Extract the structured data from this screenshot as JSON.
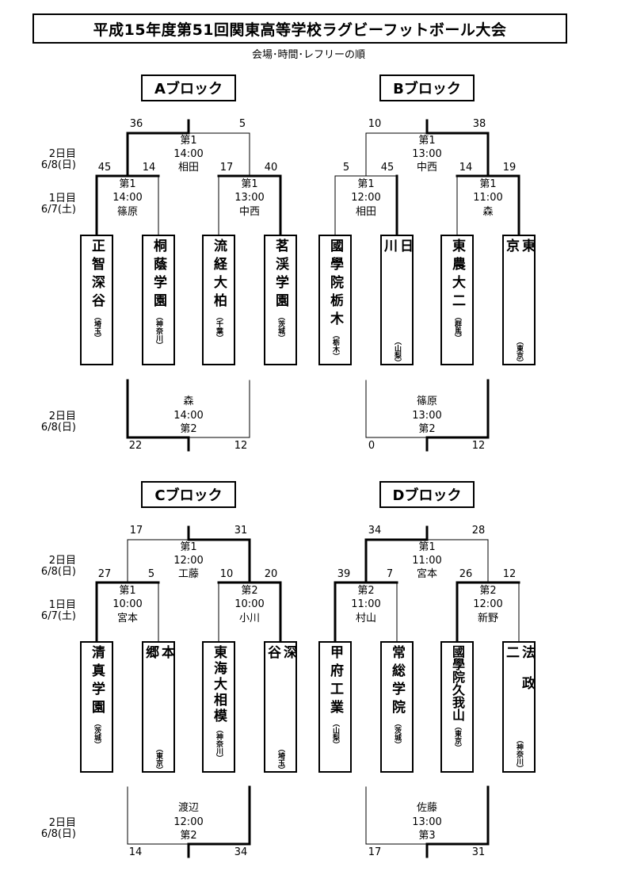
{
  "title": "平成15年度第51回関東高等学校ラグビーフットボール大会",
  "subtitle": "会場･時間･レフリーの順",
  "day2_label": "2日目",
  "day2_date": "6/8(日)",
  "day1_label": "1日目",
  "day1_date": "6/7(土)",
  "blocks": [
    {
      "name": "Aブロック",
      "teams": [
        {
          "name": "正智深谷",
          "pref": "（埼玉）"
        },
        {
          "name": "桐蔭学園",
          "pref": "（神奈川）"
        },
        {
          "name": "流経大柏",
          "pref": "（千葉）"
        },
        {
          "name": "茗渓学園",
          "pref": "（茨城）"
        }
      ],
      "r1": [
        {
          "score_l": "45",
          "score_r": "14",
          "ground": "第1",
          "time": "14:00",
          "referee": "篠原"
        },
        {
          "score_l": "17",
          "score_r": "40",
          "ground": "第1",
          "time": "13:00",
          "referee": "中西"
        }
      ],
      "r2": {
        "score_l": "36",
        "score_r": "5",
        "ground": "第1",
        "time": "14:00",
        "referee": "相田"
      },
      "pl": {
        "score_l": "22",
        "score_r": "12",
        "ground": "第2",
        "time": "14:00",
        "referee": "森"
      }
    },
    {
      "name": "Bブロック",
      "teams": [
        {
          "name": "國學院栃木",
          "pref": "（栃木）"
        },
        {
          "name": "日川",
          "pref": "（山梨）"
        },
        {
          "name": "東農大二",
          "pref": "（群馬）"
        },
        {
          "name": "東京",
          "pref": "（東京）"
        }
      ],
      "r1": [
        {
          "score_l": "5",
          "score_r": "45",
          "ground": "第1",
          "time": "12:00",
          "referee": "相田"
        },
        {
          "score_l": "14",
          "score_r": "19",
          "ground": "第1",
          "time": "11:00",
          "referee": "森"
        }
      ],
      "r2": {
        "score_l": "10",
        "score_r": "38",
        "ground": "第1",
        "time": "13:00",
        "referee": "中西"
      },
      "pl": {
        "score_l": "0",
        "score_r": "12",
        "ground": "第2",
        "time": "13:00",
        "referee": "篠原"
      }
    },
    {
      "name": "Cブロック",
      "teams": [
        {
          "name": "清真学園",
          "pref": "（茨城）"
        },
        {
          "name": "本郷",
          "pref": "（東京）"
        },
        {
          "name": "東海大相模",
          "pref": "（神奈川）"
        },
        {
          "name": "深谷",
          "pref": "（埼玉）"
        }
      ],
      "r1": [
        {
          "score_l": "27",
          "score_r": "5",
          "ground": "第1",
          "time": "10:00",
          "referee": "宮本"
        },
        {
          "score_l": "10",
          "score_r": "20",
          "ground": "第2",
          "time": "10:00",
          "referee": "小川"
        }
      ],
      "r2": {
        "score_l": "17",
        "score_r": "31",
        "ground": "第1",
        "time": "12:00",
        "referee": "工藤"
      },
      "pl": {
        "score_l": "14",
        "score_r": "34",
        "ground": "第2",
        "time": "12:00",
        "referee": "渡辺"
      }
    },
    {
      "name": "Dブロック",
      "teams": [
        {
          "name": "甲府工業",
          "pref": "（山梨）"
        },
        {
          "name": "常総学院",
          "pref": "（茨城）"
        },
        {
          "name": "國學院久我山",
          "pref": "（東京）"
        },
        {
          "name": "法政二",
          "pref": "（神奈川）"
        }
      ],
      "r1": [
        {
          "score_l": "39",
          "score_r": "7",
          "ground": "第2",
          "time": "11:00",
          "referee": "村山"
        },
        {
          "score_l": "26",
          "score_r": "12",
          "ground": "第2",
          "time": "12:00",
          "referee": "新野"
        }
      ],
      "r2": {
        "score_l": "34",
        "score_r": "28",
        "ground": "第1",
        "time": "11:00",
        "referee": "宮本"
      },
      "pl": {
        "score_l": "17",
        "score_r": "31",
        "ground": "第3",
        "time": "13:00",
        "referee": "佐藤"
      }
    }
  ]
}
